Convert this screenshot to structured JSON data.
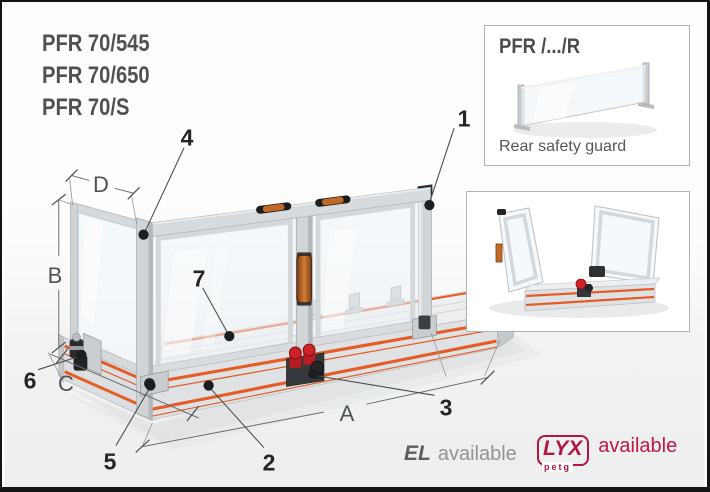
{
  "page": {
    "background": "#ffffff",
    "border_color": "#141414"
  },
  "title_lines": [
    "PFR 70/545",
    "PFR 70/650",
    "PFR 70/S"
  ],
  "callouts": {
    "c1": "1",
    "c2": "2",
    "c3": "3",
    "c4": "4",
    "c5": "5",
    "c6": "6",
    "c7": "7"
  },
  "dimension_labels": {
    "a": "A",
    "b": "B",
    "c": "C",
    "d": "D"
  },
  "inset_rear_guard": {
    "title": "PFR /.../R",
    "caption": "Rear safety guard"
  },
  "availability": {
    "el_brand": "EL",
    "el_text": "available",
    "lyx_brand": "LYX",
    "lyx_material": "petg",
    "lyx_text": "available"
  },
  "colors": {
    "accent_orange": "#e65c25",
    "brand_crimson": "#b2163e",
    "handle_copper": "#c06a28",
    "clamp_red": "#cf2128",
    "text_dark": "#232526",
    "text_gray": "#55585a"
  }
}
